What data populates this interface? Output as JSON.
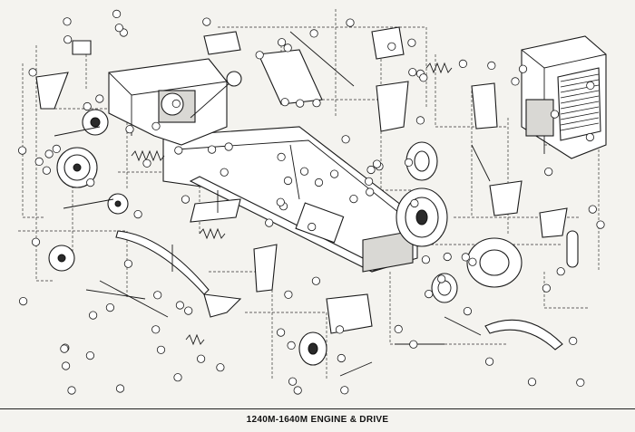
{
  "title": "1240M-1640M ENGINE & DRIVE",
  "callout_count": 110,
  "engine_fins": 10
}
